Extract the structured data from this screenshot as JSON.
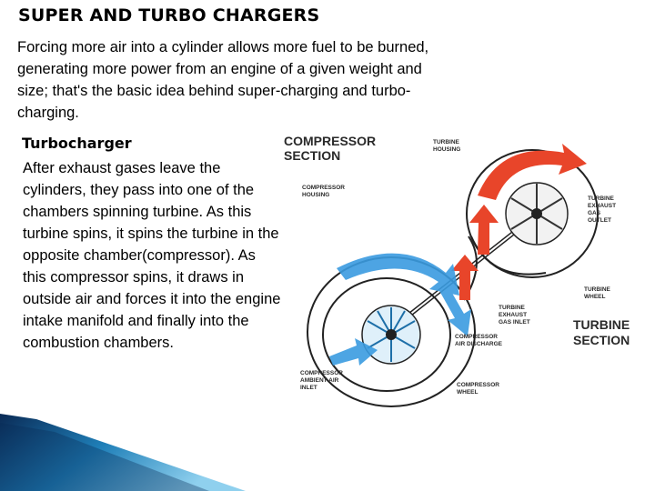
{
  "slide": {
    "title": "SUPER AND TURBO CHARGERS",
    "intro": "Forcing more air into a cylinder allows more fuel to be burned, generating more power from an engine of a given weight and size; that's the basic idea behind super-charging and turbo-charging.",
    "subheading": "Turbocharger",
    "body": "After exhaust gases leave the cylinders, they pass into one of the chambers spinning turbine. As this turbine spins, it spins the turbine in the opposite chamber(compressor). As this compressor spins, it draws in outside air and forces it into the engine intake manifold and finally into the combustion chambers."
  },
  "figure": {
    "labels": {
      "compressor_section_1": "COMPRESSOR",
      "compressor_section_2": "SECTION",
      "turbine_section_1": "TURBINE",
      "turbine_section_2": "SECTION",
      "turbine_housing_1": "TURBINE",
      "turbine_housing_2": "HOUSING",
      "compressor_housing_1": "COMPRESSOR",
      "compressor_housing_2": "HOUSING",
      "exhaust_outlet_1": "TURBINE",
      "exhaust_outlet_2": "EXHAUST",
      "exhaust_outlet_3": "GAS",
      "exhaust_outlet_4": "OUTLET",
      "turbine_wheel_1": "TURBINE",
      "turbine_wheel_2": "WHEEL",
      "exhaust_inlet_1": "TURBINE",
      "exhaust_inlet_2": "EXHAUST",
      "exhaust_inlet_3": "GAS INLET",
      "air_discharge_1": "COMPRESSOR",
      "air_discharge_2": "AIR DISCHARGE",
      "ambient_inlet_1": "COMPRESSOR",
      "ambient_inlet_2": "AMBIENT AIR",
      "ambient_inlet_3": "INLET",
      "compressor_wheel_1": "COMPRESSOR",
      "compressor_wheel_2": "WHEEL"
    },
    "colors": {
      "exhaust": "#e8452a",
      "air": "#3a9be0",
      "outline": "#222222"
    }
  },
  "decor": {
    "colors": [
      "#0a2a55",
      "#1f7fb8",
      "#8fd0ee"
    ]
  }
}
